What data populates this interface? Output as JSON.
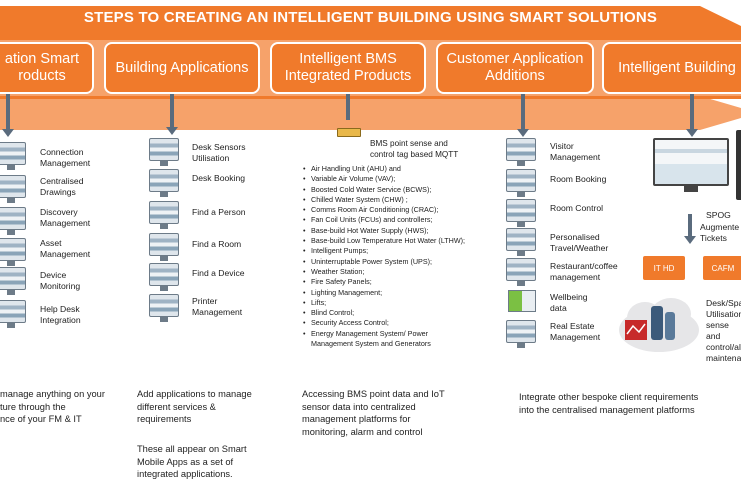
{
  "banner": {
    "title": "STEPS TO CREATING AN INTELLIGENT BUILDING USING SMART SOLUTIONS",
    "color": "#f07a2b"
  },
  "steps": [
    {
      "label": "ation Smart\nroducts"
    },
    {
      "label": "Building Applications"
    },
    {
      "label": "Intelligent BMS\nIntegrated Products"
    },
    {
      "label": "Customer Application\nAdditions"
    },
    {
      "label": "Intelligent Building"
    }
  ],
  "col1": {
    "items": [
      "Connection\nManagement",
      "Centralised\nDrawings",
      "Discovery\nManagement",
      "Asset\nManagement",
      "Device\nMonitoring",
      "Help Desk\nIntegration"
    ],
    "description": "manage anything on your\nture through the\nnce of your FM & IT"
  },
  "col2": {
    "items": [
      "Desk Sensors\nUtilisation",
      "Desk Booking",
      "Find a Person",
      "Find a Room",
      "Find a Device",
      "Printer\nManagement"
    ],
    "description": "Add applications to manage\ndifferent services &\nrequirements",
    "description2": "These all appear on Smart\nMobile Apps as a set of\nintegrated applications."
  },
  "col3": {
    "header": "BMS point sense and\ncontrol tag based MQTT",
    "bullets": [
      "Air Handling Unit (AHU) and",
      "Variable Air Volume (VAV);",
      "Boosted Cold Water Service  (BCWS);",
      "Chilled Water System (CHW) ;",
      "Comms Room Air Conditioning (CRAC);",
      "Fan Coil Units (FCUs) and controllers;",
      "Base-build Hot Water Supply (HWS);",
      "Base-build Low Temperature Hot Water (LTHW);",
      "Intelligent Pumps;",
      "Uninterruptable Power System (UPS);",
      "Weather Station;",
      "Fire Safety Panels;",
      "Lighting Management;",
      "Lifts;",
      "Blind Control;",
      "Security Access Control;",
      "Energy Management System/ Power\nManagement System and Generators"
    ],
    "description": "Accessing BMS point data and IoT\nsensor data into centralized\nmanagement platforms for\nmonitoring, alarm and control"
  },
  "col4": {
    "items": [
      "Visitor\nManagement",
      "Room Booking",
      "Room Control",
      "Personalised\nTravel/Weather",
      "Restaurant/coffee\nmanagement",
      "Wellbeing\ndata",
      "Real Estate\nManagement"
    ],
    "description": "Integrate other bespoke client requirements\ninto the centralised management platforms"
  },
  "col5": {
    "spog_label": "SPOG",
    "augmented": "Augmente\nTickets",
    "btn_ithd": "IT HD",
    "btn_cafm": "CAFM",
    "desk_text": "Desk/Spa\nUtilisation\nsense and\ncontrol/al\nmaintena"
  }
}
